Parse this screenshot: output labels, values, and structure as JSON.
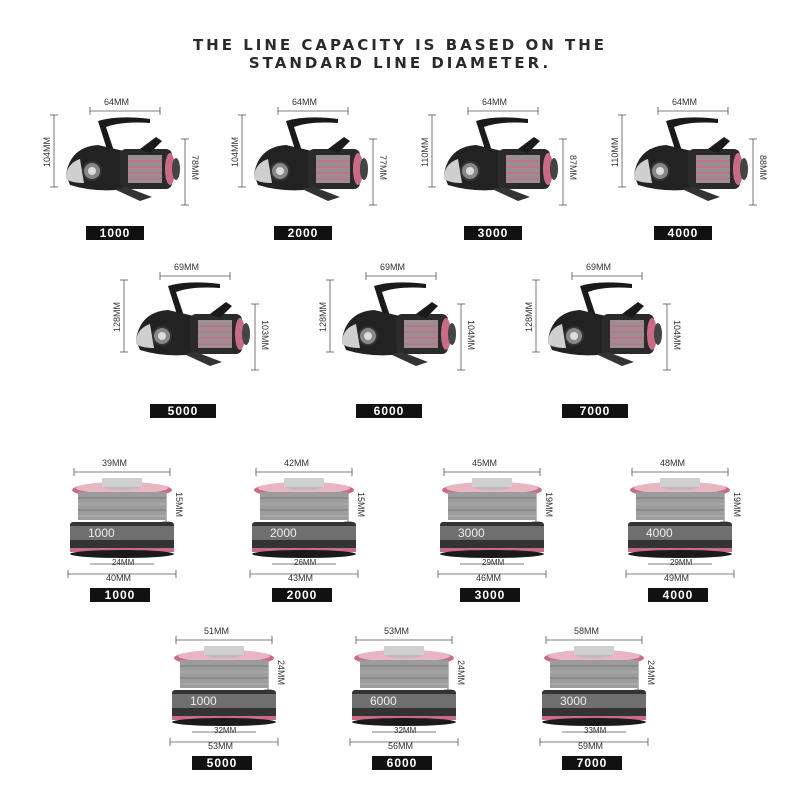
{
  "header": {
    "line1": "THE LINE CAPACITY IS BASED ON THE",
    "line2": "STANDARD LINE DIAMETER."
  },
  "colors": {
    "accent": "#c96b85",
    "badge": "#111111"
  },
  "reels": [
    {
      "model": "1000",
      "width": "64MM",
      "height": "104MM",
      "depth": "78MM"
    },
    {
      "model": "2000",
      "width": "64MM",
      "height": "104MM",
      "depth": "77MM"
    },
    {
      "model": "3000",
      "width": "64MM",
      "height": "110MM",
      "depth": "87MM"
    },
    {
      "model": "4000",
      "width": "64MM",
      "height": "110MM",
      "depth": "88MM"
    },
    {
      "model": "5000",
      "width": "69MM",
      "height": "128MM",
      "depth": "103MM"
    },
    {
      "model": "6000",
      "width": "69MM",
      "height": "128MM",
      "depth": "104MM"
    },
    {
      "model": "7000",
      "width": "69MM",
      "height": "128MM",
      "depth": "104MM"
    }
  ],
  "spools": [
    {
      "model": "1000",
      "top": "39MM",
      "side": "15MM",
      "inner": "24MM",
      "bottom": "40MM",
      "engraving": "1000"
    },
    {
      "model": "2000",
      "top": "42MM",
      "side": "15MM",
      "inner": "26MM",
      "bottom": "43MM",
      "engraving": "2000"
    },
    {
      "model": "3000",
      "top": "45MM",
      "side": "19MM",
      "inner": "29MM",
      "bottom": "46MM",
      "engraving": "3000"
    },
    {
      "model": "4000",
      "top": "48MM",
      "side": "19MM",
      "inner": "29MM",
      "bottom": "49MM",
      "engraving": "4000"
    },
    {
      "model": "5000",
      "top": "51MM",
      "side": "24MM",
      "inner": "32MM",
      "bottom": "53MM",
      "engraving": "1000"
    },
    {
      "model": "6000",
      "top": "53MM",
      "side": "24MM",
      "inner": "32MM",
      "bottom": "56MM",
      "engraving": "6000"
    },
    {
      "model": "7000",
      "top": "58MM",
      "side": "24MM",
      "inner": "33MM",
      "bottom": "59MM",
      "engraving": "3000"
    }
  ]
}
